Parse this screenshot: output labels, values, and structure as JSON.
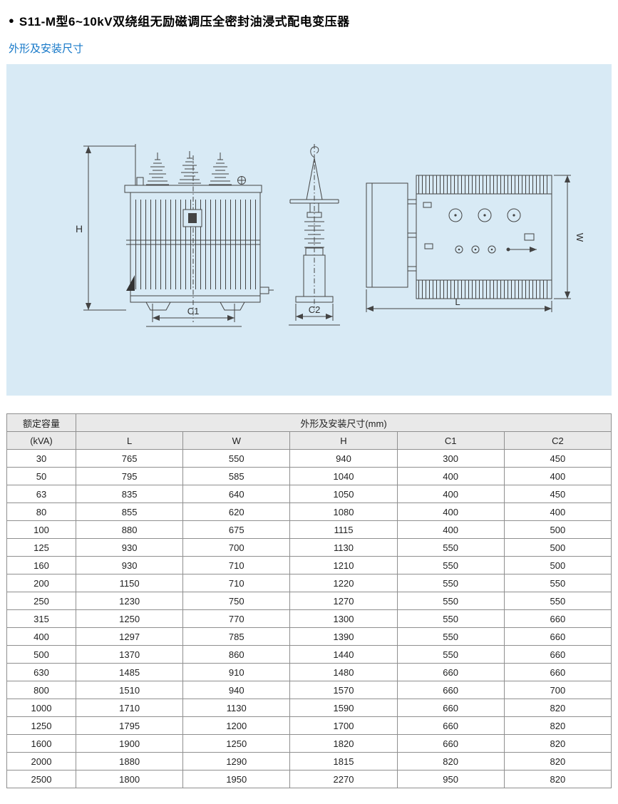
{
  "page": {
    "bullet": "●",
    "title": "S11-M型6~10kV双绕组无励磁调压全密封油浸式配电变压器",
    "subtitle": "外形及安装尺寸"
  },
  "drawing": {
    "panel_bg": "#d8eaf5",
    "line_color": "#444444",
    "labels": {
      "h": "H",
      "c1": "C1",
      "c2": "C2",
      "w": "W",
      "l": "L"
    }
  },
  "table": {
    "col1_header": "额定容量",
    "col1_subheader": "(kVA)",
    "group_header": "外形及安装尺寸(mm)",
    "columns": [
      "L",
      "W",
      "H",
      "C1",
      "C2"
    ],
    "rows": [
      [
        "30",
        "765",
        "550",
        "940",
        "300",
        "450"
      ],
      [
        "50",
        "795",
        "585",
        "1040",
        "400",
        "400"
      ],
      [
        "63",
        "835",
        "640",
        "1050",
        "400",
        "450"
      ],
      [
        "80",
        "855",
        "620",
        "1080",
        "400",
        "400"
      ],
      [
        "100",
        "880",
        "675",
        "1115",
        "400",
        "500"
      ],
      [
        "125",
        "930",
        "700",
        "1130",
        "550",
        "500"
      ],
      [
        "160",
        "930",
        "710",
        "1210",
        "550",
        "500"
      ],
      [
        "200",
        "1150",
        "710",
        "1220",
        "550",
        "550"
      ],
      [
        "250",
        "1230",
        "750",
        "1270",
        "550",
        "550"
      ],
      [
        "315",
        "1250",
        "770",
        "1300",
        "550",
        "660"
      ],
      [
        "400",
        "1297",
        "785",
        "1390",
        "550",
        "660"
      ],
      [
        "500",
        "1370",
        "860",
        "1440",
        "550",
        "660"
      ],
      [
        "630",
        "1485",
        "910",
        "1480",
        "660",
        "660"
      ],
      [
        "800",
        "1510",
        "940",
        "1570",
        "660",
        "700"
      ],
      [
        "1000",
        "1710",
        "1130",
        "1590",
        "660",
        "820"
      ],
      [
        "1250",
        "1795",
        "1200",
        "1700",
        "660",
        "820"
      ],
      [
        "1600",
        "1900",
        "1250",
        "1820",
        "660",
        "820"
      ],
      [
        "2000",
        "1880",
        "1290",
        "1815",
        "820",
        "820"
      ],
      [
        "2500",
        "1800",
        "1950",
        "2270",
        "950",
        "820"
      ]
    ]
  }
}
